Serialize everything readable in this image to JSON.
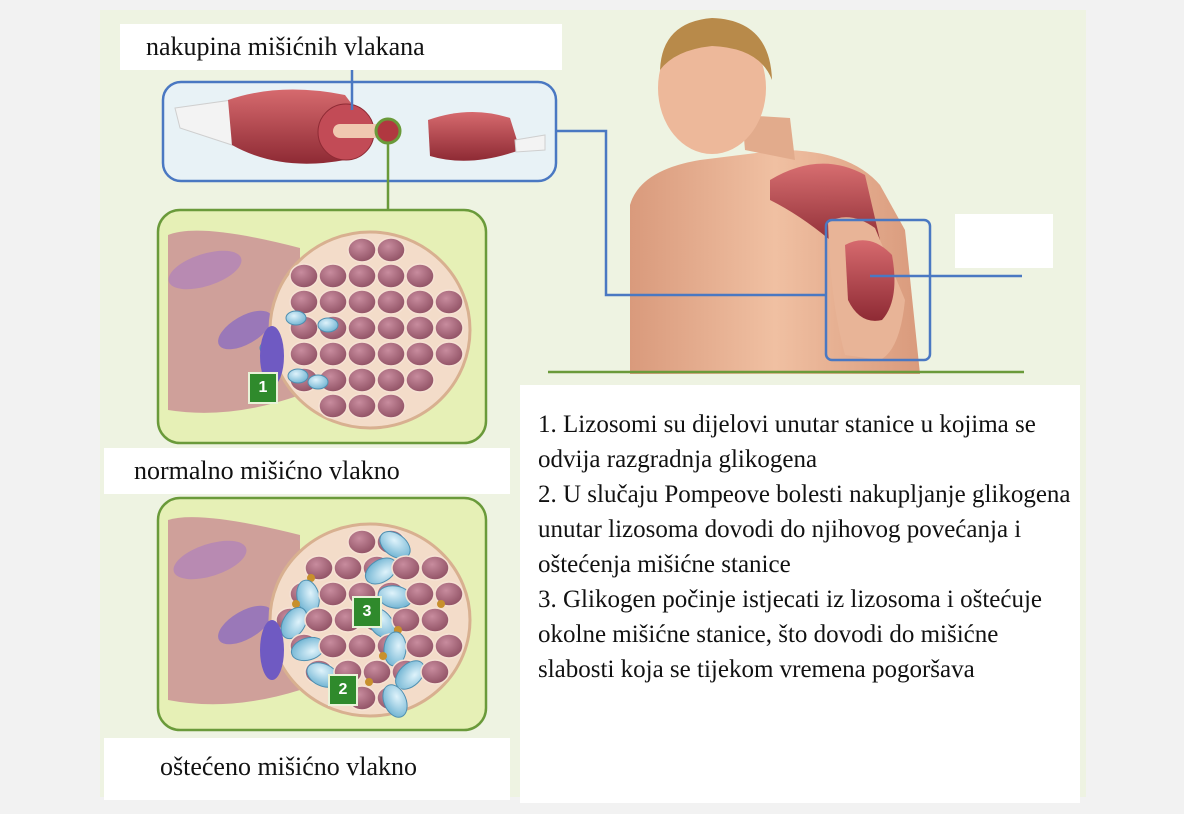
{
  "labels": {
    "fiber_bundle": "nakupina mišićnih vlakana",
    "normal_fiber": "normalno mišićno vlakno",
    "damaged_fiber": "oštećeno mišićno vlakno"
  },
  "badges": [
    "1",
    "2",
    "3"
  ],
  "description": [
    "1. Lizosomi su dijelovi unutar stanice u kojima se odvija razgradnja glikogena",
    "2. U slučaju Pompeove bolesti nakupljanje glikogena unutar lizosoma dovodi do njihovog povećanja i oštećenja mišićne stanice",
    "3. Glikogen počinje istjecati iz lizosoma i oštećuje okolne mišićne stanice, što dovodi do mišićne slabosti koja se tijekom vremena pogoršava"
  ],
  "colors": {
    "panel_bg": "#eef3e2",
    "outline_blue": "#4a78c2",
    "outline_green": "#6a9a3a",
    "box_green_bg": "#e6f0b6",
    "muscle_red": "#b8424a",
    "fiber_mauve": "#a8687a",
    "skin": "#e2ab8c",
    "lysosome_blue": "#8cc8e2",
    "badge_green": "#2f8a2c"
  }
}
